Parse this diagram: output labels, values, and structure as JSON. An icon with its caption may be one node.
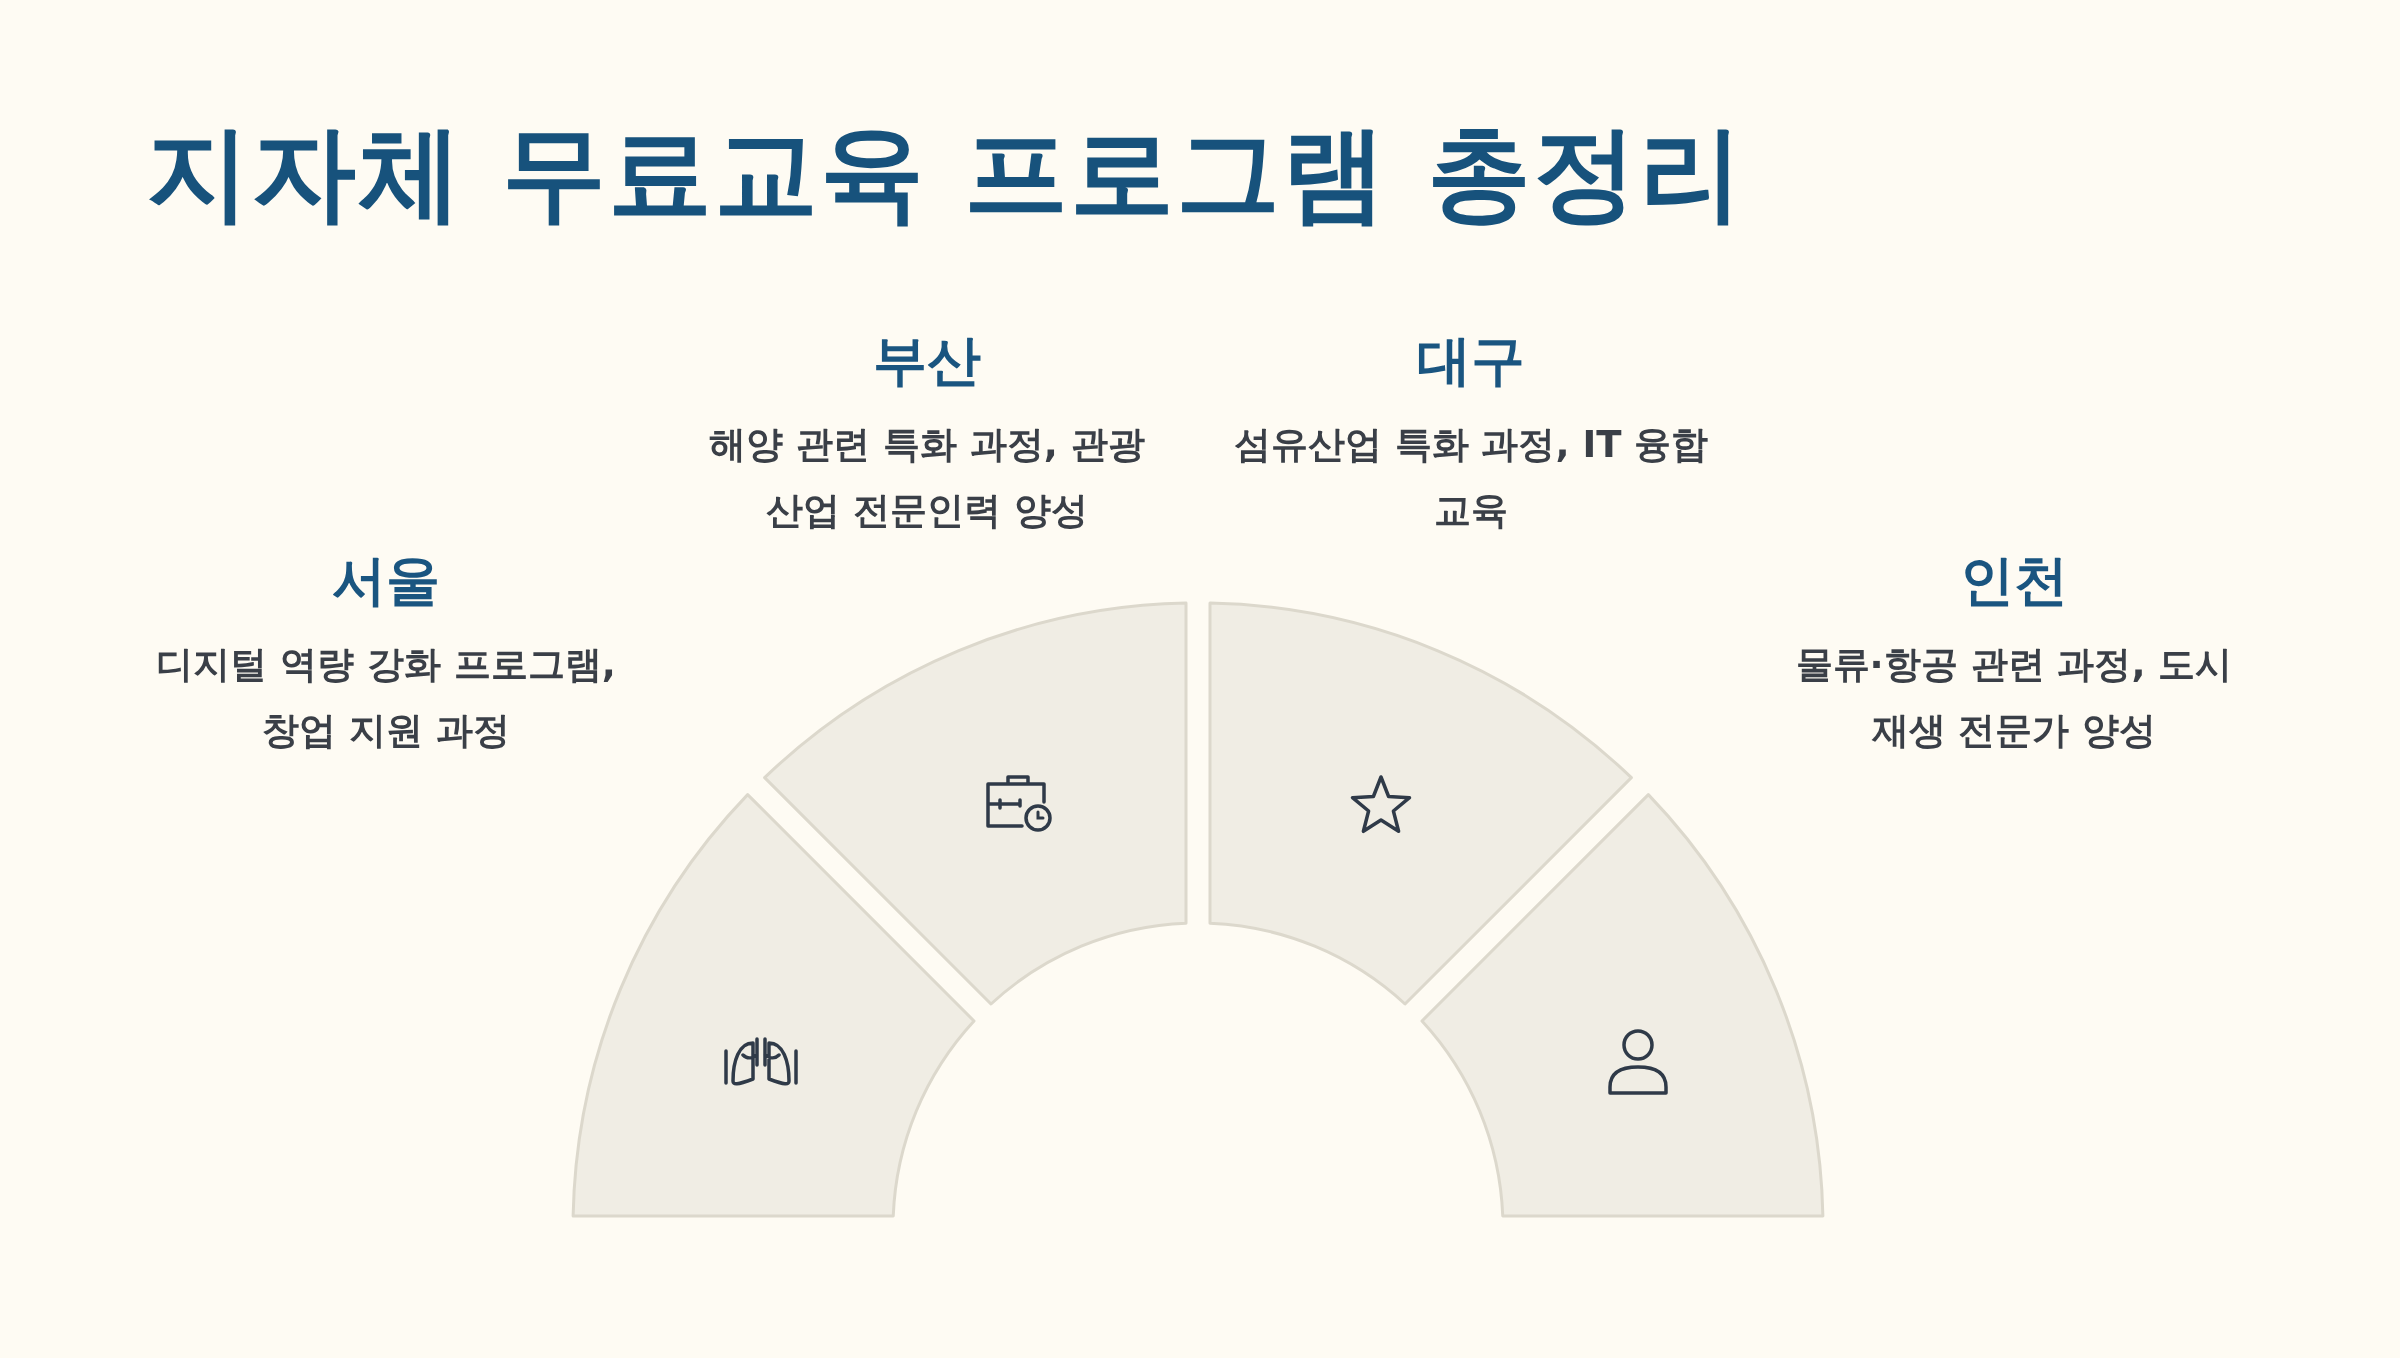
{
  "diagram": {
    "title": "지자체 무료교육 프로그램 총정리",
    "nodes": [
      {
        "text": [],
        "shape": "segment",
        "beside": [
          "서울",
          "디지털 역량 강화 프로그램, 창업 지원 과정"
        ]
      },
      {
        "text": [],
        "shape": "segment",
        "beside": [
          "부산",
          "해양 관련 특화 과정, 관광 산업 전문인력 양성"
        ]
      },
      {
        "text": [],
        "shape": "segment",
        "beside": [
          "대구",
          "섬유산업 특화 과정, IT 융합 교육"
        ]
      },
      {
        "text": [],
        "shape": "segment",
        "beside": [
          "인천",
          "물류·항공 관련 과정, 도시 재생 전문가 양성"
        ]
      }
    ]
  }
}
